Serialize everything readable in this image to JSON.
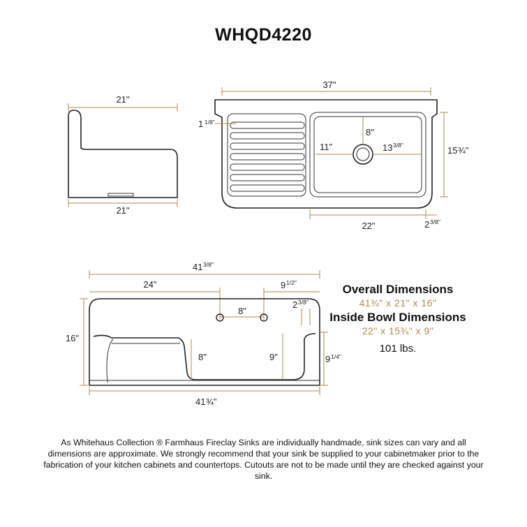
{
  "title": "WHQD4220",
  "side_view": {
    "top_width": "21\"",
    "bottom_width": "21\""
  },
  "top_view": {
    "overall_width": "37\"",
    "drainboard_rib": "1",
    "drainboard_rib_frac": "1/8\"",
    "bowl_depth": "8\"",
    "bowl_left": "11\"",
    "bowl_right_whole": "13",
    "bowl_right_frac": "3/8\"",
    "depth_whole": "15",
    "depth_frac": "¾\"",
    "bowl_width": "22\"",
    "right_lip_whole": "2",
    "right_lip_frac": "3/8\""
  },
  "front_view": {
    "overall_width_whole": "41",
    "overall_width_frac": "3/8\"",
    "drainboard_width": "24\"",
    "faucet_offset_whole": "9",
    "faucet_offset_frac": "1/2\"",
    "faucet_spacing": "8\"",
    "lip_whole": "2",
    "lip_frac": "3/8\"",
    "height": "16\"",
    "drainboard_depth": "8\"",
    "bowl_depth": "9\"",
    "side_height_whole": "9",
    "side_height_frac": "1/4\"",
    "bottom_width_whole": "41",
    "bottom_width_frac": "¾\""
  },
  "specs": {
    "overall_label": "Overall Dimensions",
    "overall_value": "41¾\" x 21\" x 16\"",
    "inside_label": "Inside Bowl Dimensions",
    "inside_value": "22\" x 15¾\" x 9\"",
    "weight": "101 lbs."
  },
  "disclaimer": "As Whitehaus Collection ® Farmhaus Fireclay Sinks are individually handmade, sink sizes can vary and all dimensions are approximate. We strongly recommend that your sink be supplied to your cabinetmaker prior to the fabrication of your kitchen cabinets and countertops. Cutouts are not to be made until they are checked against your sink.",
  "colors": {
    "dimension": "#b28a4f",
    "outline": "#222222",
    "text": "#111111"
  }
}
